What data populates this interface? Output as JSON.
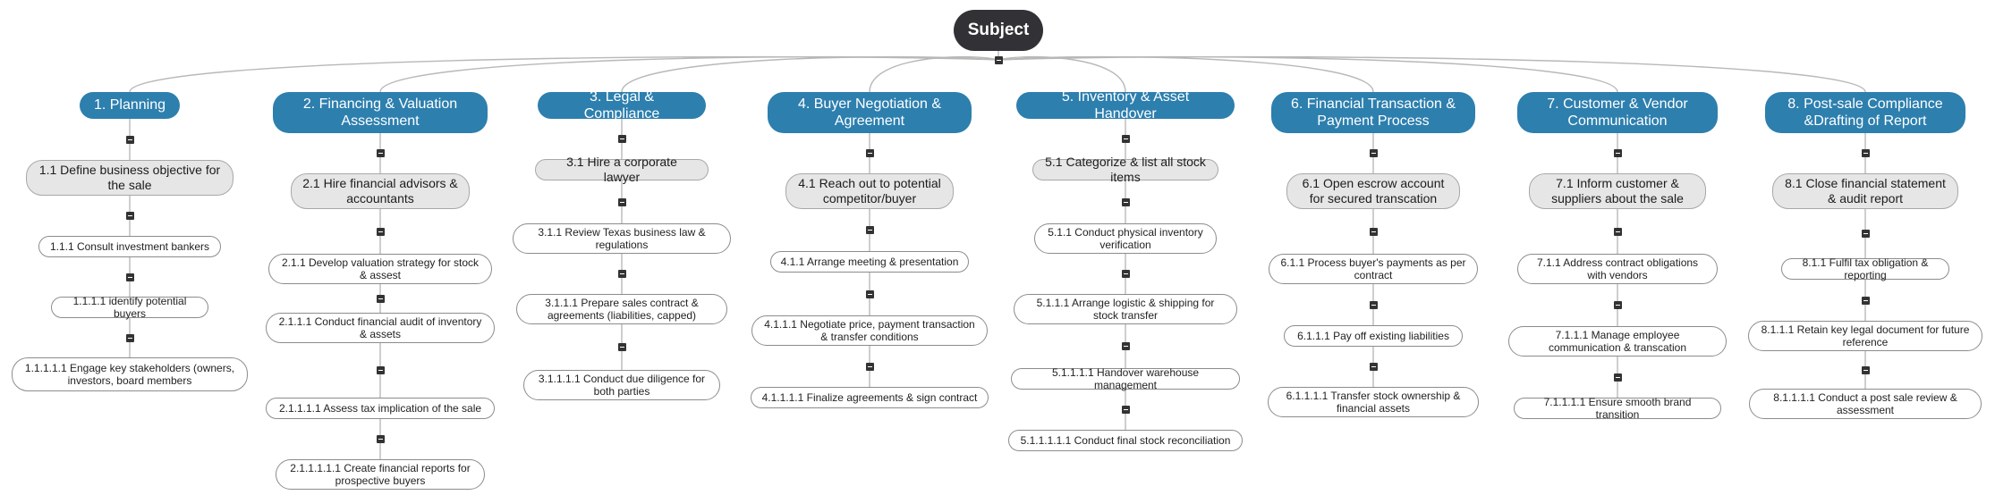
{
  "root": {
    "label": "Subject"
  },
  "branches": [
    {
      "label": "1. Planning",
      "children": [
        "1.1  Define business objective for the sale",
        "1.1.1  Consult investment bankers",
        "1.1.1.1  identify potential buyers",
        "1.1.1.1.1  Engage key stakeholders (owners, investors, board members"
      ]
    },
    {
      "label": "2.     Financing & Valuation Assessment",
      "children": [
        "2.1      Hire financial advisors & accountants",
        "2.1.1  Develop valuation strategy for stock & assest",
        "2.1.1.1  Conduct financial audit of inventory & assets",
        "2.1.1.1.1  Assess tax implication of the sale",
        "2.1.1.1.1.1  Create financial reports for prospective buyers"
      ]
    },
    {
      "label": "3. Legal & Compliance",
      "children": [
        "3.1  Hire a corporate lawyer",
        "3.1.1      Review Texas business law & regulations",
        "3.1.1.1      Prepare sales contract & agreements (liabilities, capped)",
        "3.1.1.1.1  Conduct due diligence for both parties"
      ]
    },
    {
      "label": "4.     Buyer Negotiation & Agreement",
      "children": [
        "4.1  Reach out to potential competitor/buyer",
        "4.1.1  Arrange meeting & presentation",
        "4.1.1.1  Negotiate price, payment transaction & transfer conditions",
        "4.1.1.1.1  Finalize agreements & sign contract"
      ]
    },
    {
      "label": "5. Inventory & Asset Handover",
      "children": [
        "5.1  Categorize & list all stock items",
        "5.1.1  Conduct physical inventory verification",
        "5.1.1.1      Arrange logistic & shipping for stock transfer",
        "5.1.1.1.1  Handover warehouse management",
        "5.1.1.1.1.1  Conduct final stock reconciliation"
      ]
    },
    {
      "label": "6.  Financial Transaction & Payment Process",
      "children": [
        "6.1  Open escrow account for secured transcation",
        "6.1.1  Process buyer's payments as per contract",
        "6.1.1.1  Pay off existing liabilities",
        "6.1.1.1.1      Transfer stock ownership & financial assets"
      ]
    },
    {
      "label": "7.      Customer & Vendor Communication",
      "children": [
        "7.1      Inform customer & suppliers about the sale",
        "7.1.1  Address contract obligations with vendors",
        "7.1.1.1  Manage employee communication & transcation",
        "7.1.1.1.1  Ensure smooth brand transition"
      ]
    },
    {
      "label": "8.   Post-sale Compliance &Drafting of Report",
      "children": [
        "8.1  Close financial statement & audit report",
        "8.1.1  Fulfil tax obligation & reporting",
        "8.1.1.1  Retain key legal document for future reference",
        "8.1.1.1.1      Conduct a post sale review & assessment"
      ]
    }
  ]
}
